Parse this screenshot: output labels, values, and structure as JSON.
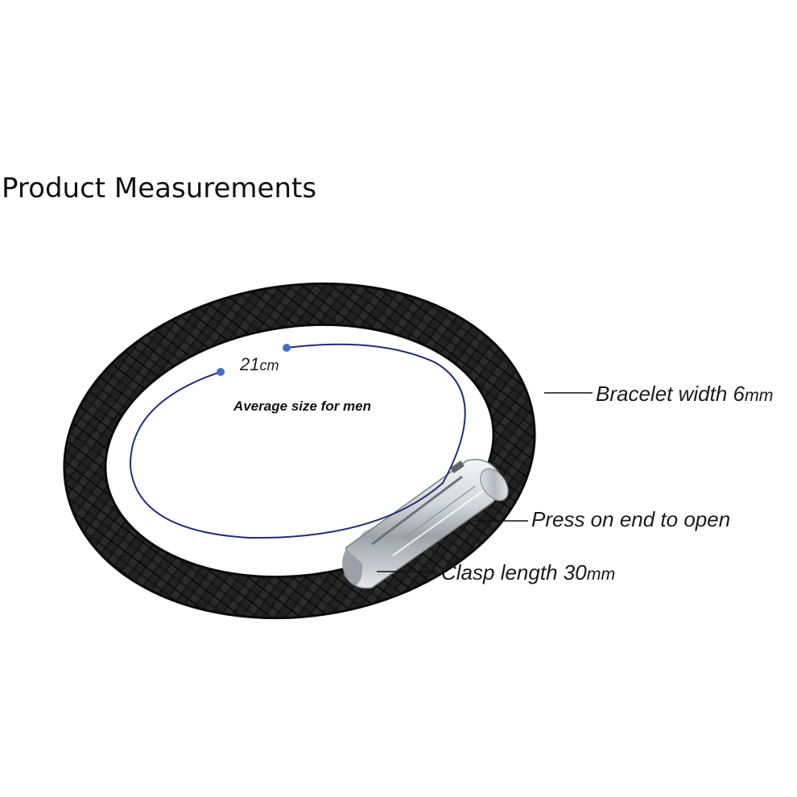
{
  "title": "Product Measurements",
  "annotations": {
    "circumference_value": "21",
    "circumference_unit": "cm",
    "average_note": "Average size for men",
    "width_label": "Bracelet width 6",
    "width_unit": "mm",
    "press_label": "Press on end to open",
    "clasp_label": "Clasp length 30",
    "clasp_unit": "mm"
  },
  "colors": {
    "leather": "#141414",
    "measure_line": "#1f2f78",
    "measure_dot": "#3e6fd0",
    "clasp_metal": "#c9cdd2"
  },
  "icons": {
    "bracelet": "braided-leather-bracelet",
    "clasp": "steel-push-clasp"
  }
}
